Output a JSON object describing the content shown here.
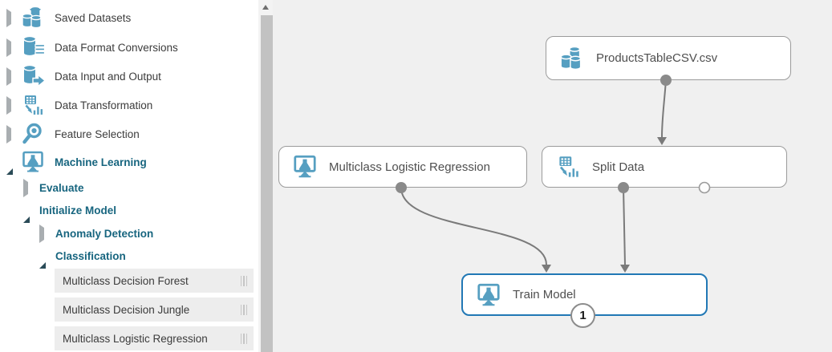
{
  "sidebar": {
    "items": [
      {
        "label": "Saved Datasets"
      },
      {
        "label": "Data Format Conversions"
      },
      {
        "label": "Data Input and Output"
      },
      {
        "label": "Data Transformation"
      },
      {
        "label": "Feature Selection"
      },
      {
        "label": "Machine Learning"
      },
      {
        "label": "Evaluate"
      },
      {
        "label": "Initialize Model"
      },
      {
        "label": "Anomaly Detection"
      },
      {
        "label": "Classification"
      }
    ],
    "modules": [
      {
        "label": "Multiclass Decision Forest"
      },
      {
        "label": "Multiclass Decision Jungle"
      },
      {
        "label": "Multiclass Logistic Regression"
      }
    ]
  },
  "canvas": {
    "nodes": {
      "dataset": {
        "label": "ProductsTableCSV.csv"
      },
      "mlr": {
        "label": "Multiclass Logistic Regression"
      },
      "split": {
        "label": "Split Data"
      },
      "train": {
        "label": "Train Model",
        "selected": true,
        "output_badge": "1"
      }
    }
  },
  "colors": {
    "icon_blue": "#569fc1",
    "tree_bold_text": "#17657f",
    "selected_node_border": "#2178b5",
    "connector_gray": "#7a7a7a",
    "canvas_background": "#f0f0f0",
    "module_item_background": "#ededed"
  }
}
